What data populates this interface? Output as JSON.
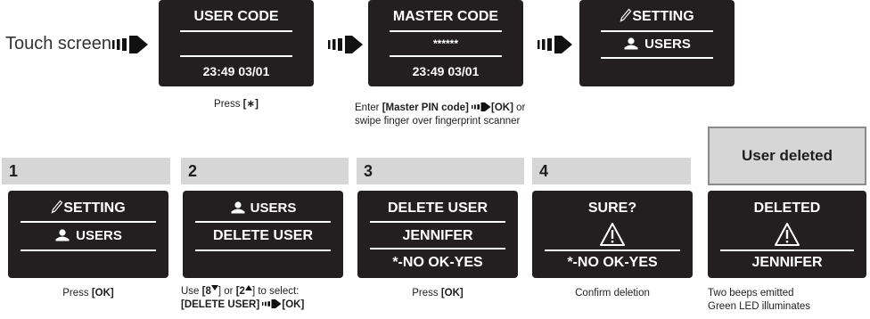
{
  "top": {
    "touch_label": "Touch screen",
    "screen1": {
      "title": "USER CODE",
      "datetime": "23:49  03/01"
    },
    "screen2": {
      "title": "MASTER CODE",
      "masked": "******",
      "datetime": "23:49  03/01"
    },
    "screen3": {
      "line1": "SETTING",
      "line2": "USERS"
    },
    "caption1": {
      "pre": "Press ",
      "key": "[∗]"
    },
    "caption2": {
      "pre": "Enter ",
      "key": "[Master PIN code]",
      "ok": "[OK]",
      "or": " or",
      "line2": "swipe finger over fingerprint scanner"
    }
  },
  "steps": [
    {
      "num": "1",
      "line1": "SETTING",
      "line2": "USERS",
      "caption_pre": "Press ",
      "caption_key": "[OK]"
    },
    {
      "num": "2",
      "line1": "USERS",
      "line2": "DELETE USER",
      "caption_a": "Use ",
      "caption_b": "[8",
      "caption_c": "] or ",
      "caption_d": "[2",
      "caption_e": "] to select:",
      "caption_line2": "[DELETE USER]",
      "caption_ok": "[OK]"
    },
    {
      "num": "3",
      "line1": "DELETE USER",
      "line2": "JENNIFER",
      "line3": "*-NO  OK-YES",
      "caption_pre": "Press ",
      "caption_key": "[OK]"
    },
    {
      "num": "4",
      "line1": "SURE?",
      "line3": "*-NO  OK-YES",
      "caption": "Confirm deletion"
    }
  ],
  "result": {
    "badge": "User deleted",
    "line1": "DELETED",
    "line3": "JENNIFER",
    "caption_line1": "Two beeps emitted",
    "caption_line2": "Green LED illuminates"
  }
}
